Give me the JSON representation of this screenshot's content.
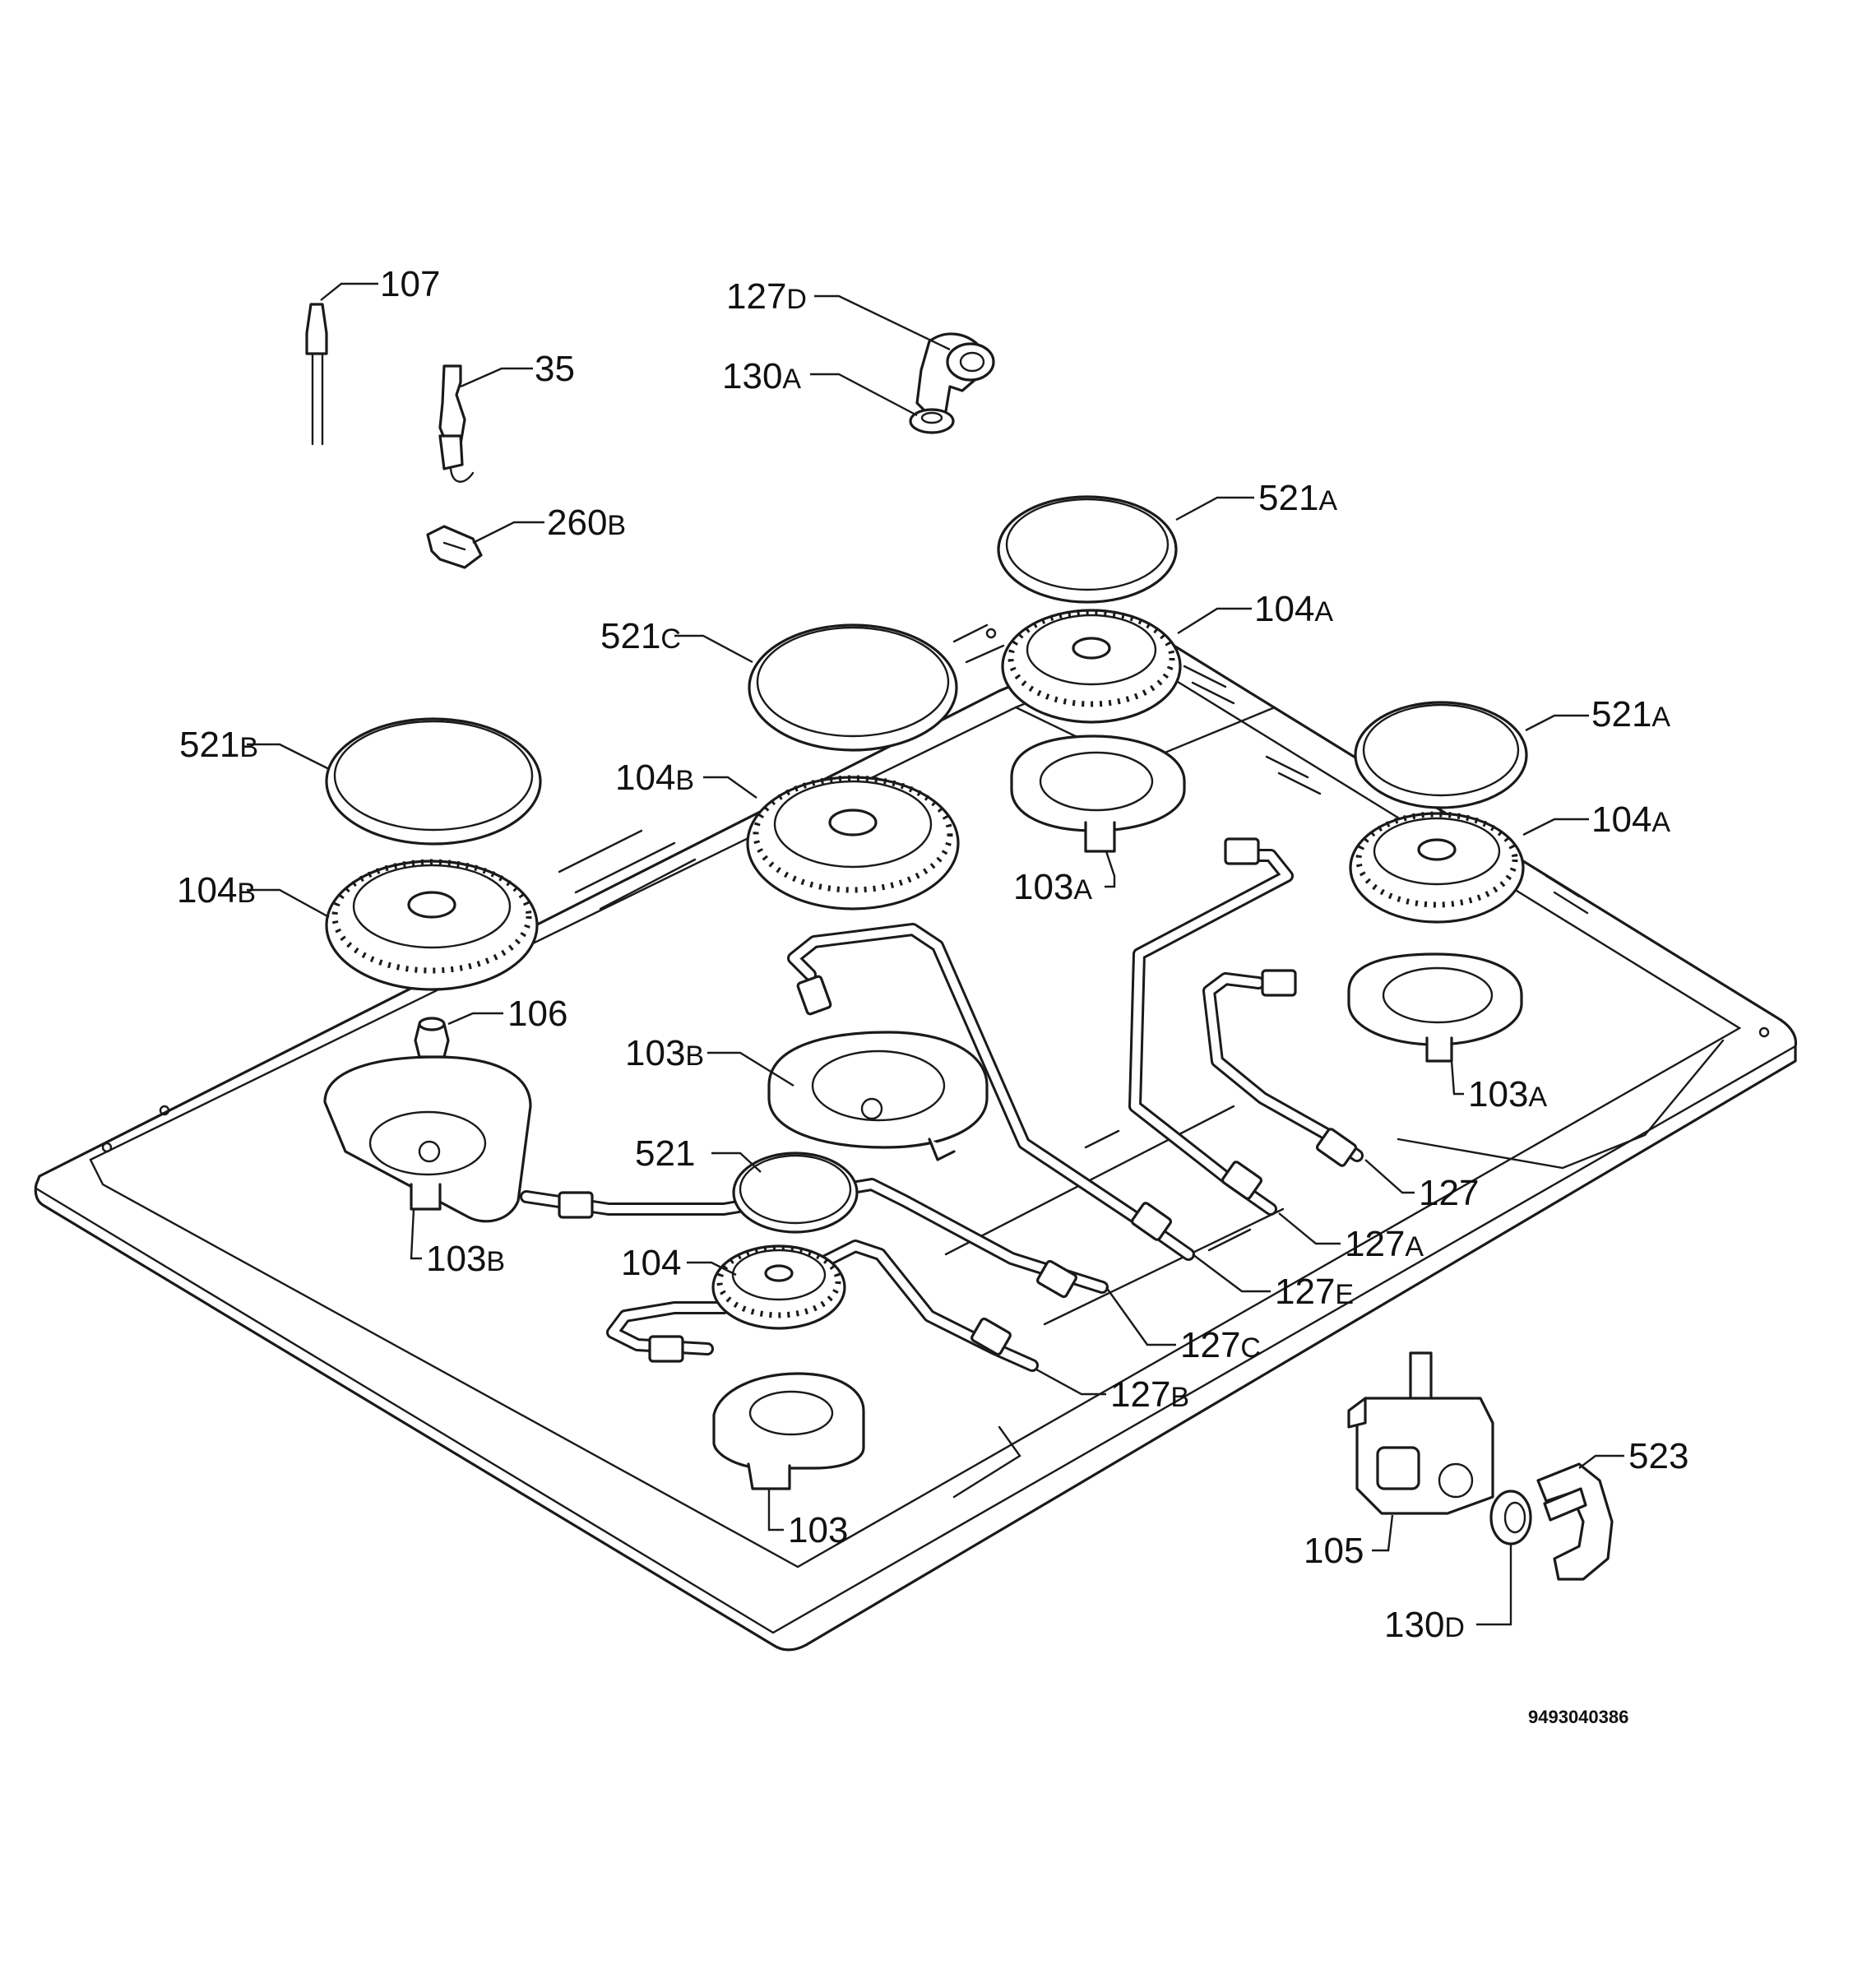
{
  "diagram": {
    "document_code": "9493040386",
    "labels": {
      "l107": {
        "num": "107",
        "suf": ""
      },
      "l35": {
        "num": "35",
        "suf": ""
      },
      "l260b": {
        "num": "260",
        "suf": "B"
      },
      "l127d": {
        "num": "127",
        "suf": "D"
      },
      "l130a": {
        "num": "130",
        "suf": "A"
      },
      "l521a_top": {
        "num": "521",
        "suf": "A"
      },
      "l104a_top": {
        "num": "104",
        "suf": "A"
      },
      "l521c": {
        "num": "521",
        "suf": "C"
      },
      "l521b": {
        "num": "521",
        "suf": "B"
      },
      "l104b_mid": {
        "num": "104",
        "suf": "B"
      },
      "l104b_left": {
        "num": "104",
        "suf": "B"
      },
      "l521a_right": {
        "num": "521",
        "suf": "A"
      },
      "l104a_right": {
        "num": "104",
        "suf": "A"
      },
      "l103a_mid": {
        "num": "103",
        "suf": "A"
      },
      "l106": {
        "num": "106",
        "suf": ""
      },
      "l103b_mid": {
        "num": "103",
        "suf": "B"
      },
      "l103a_right": {
        "num": "103",
        "suf": "A"
      },
      "l521": {
        "num": "521",
        "suf": ""
      },
      "l103b_left": {
        "num": "103",
        "suf": "B"
      },
      "l127": {
        "num": "127",
        "suf": ""
      },
      "l127a": {
        "num": "127",
        "suf": "A"
      },
      "l127e": {
        "num": "127",
        "suf": "E"
      },
      "l104": {
        "num": "104",
        "suf": ""
      },
      "l127c": {
        "num": "127",
        "suf": "C"
      },
      "l127b": {
        "num": "127",
        "suf": "B"
      },
      "l103": {
        "num": "103",
        "suf": ""
      },
      "l523": {
        "num": "523",
        "suf": ""
      },
      "l105": {
        "num": "105",
        "suf": ""
      },
      "l130d": {
        "num": "130",
        "suf": "D"
      }
    }
  }
}
